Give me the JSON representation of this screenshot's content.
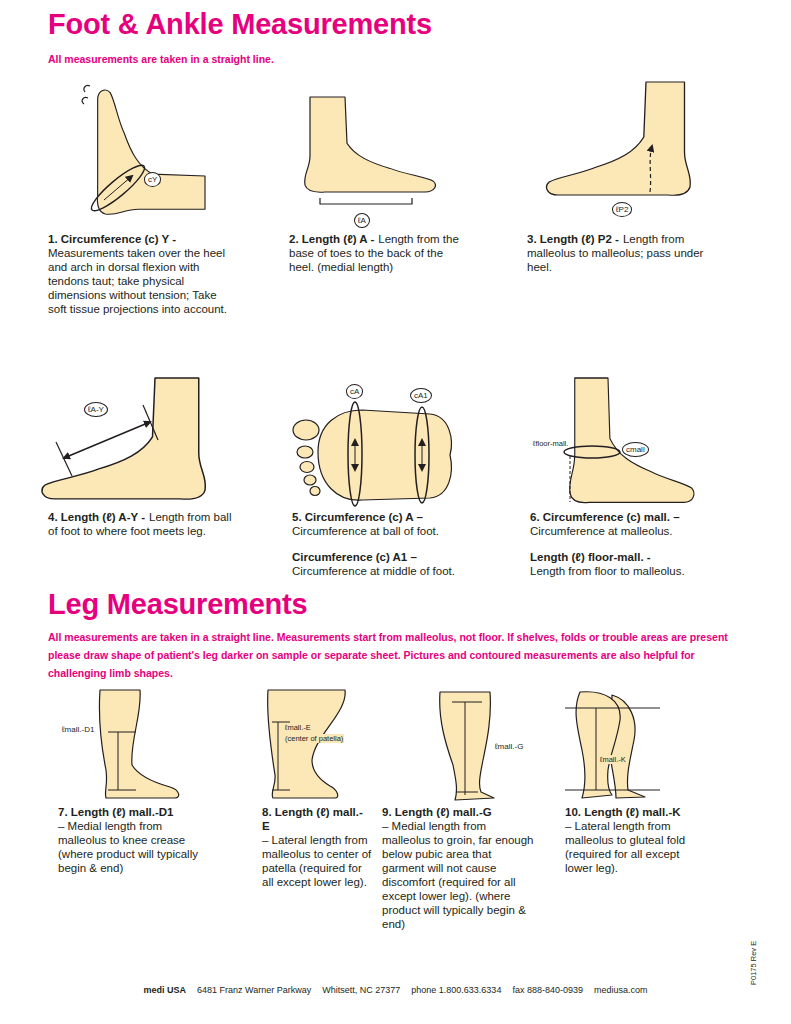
{
  "diagram": {
    "title": "Foot & Ankle Measurements",
    "labels": [
      "All measurements are taken in a straight line.",
      "cY",
      "ℓA",
      "ℓP2",
      "1. Circumference (c) Y -",
      "Measurements taken over the heel and arch in dorsal flexion with tendons taut; take physical dimensions without tension; Take soft tissue projections into account.",
      "2. Length (ℓ) A -",
      "Length from the base of toes to the back of the heel. (medial length)",
      "3. Length (ℓ) P2 -",
      "Length from malleolus to malleolus; pass under heel.",
      "ℓA-Y",
      "cA",
      "cA1",
      "ℓfloor-mall.",
      "cmall",
      "4. Length (ℓ) A-Y -",
      "Length from ball of foot to where foot meets leg.",
      "5. Circumference (c) A –",
      "Circumference at ball of foot.",
      "Circumference (c) A1 –",
      "Circumference at middle of foot.",
      "6. Circumference (c) mall. –",
      "Circumference at malleolus.",
      "Length (ℓ) floor-mall. -",
      "Length from floor to malleolus.",
      "Leg Measurements",
      "All measurements are taken in a straight line. Measurements start from malleolus, not floor. If shelves, folds or trouble areas are present please draw shape of patient's leg darker on sample or separate sheet. Pictures and contoured measurements are also helpful for challenging limb shapes.",
      "ℓmall.-D1",
      "ℓmall.-E",
      "(center of patella)",
      "ℓmall.-G",
      "ℓmall.-K",
      "7. Length (ℓ) mall.-D1",
      "– Medial length from malleolus to knee crease (where product will typically begin & end)",
      "8. Length (ℓ) mall.-E",
      "– Lateral length from malleolus to center of patella (required for all except lower leg).",
      "9. Length (ℓ) mall.-G",
      "– Medial length from malleolus to groin, far enough below pubic area that garment will not cause discomfort (required for all except lower leg). (where product will typically begin & end)",
      "10. Length (ℓ) mall.-K",
      "– Lateral length from malleolus to gluteal fold (required for all except lower leg).",
      "medi USA",
      "6481 Franz Warner Parkway",
      "Whitsett, NC 27377",
      "phone 1.800.633.6334",
      "fax 888-840-0939",
      "mediusa.com",
      "P0175 Rev E"
    ]
  }
}
